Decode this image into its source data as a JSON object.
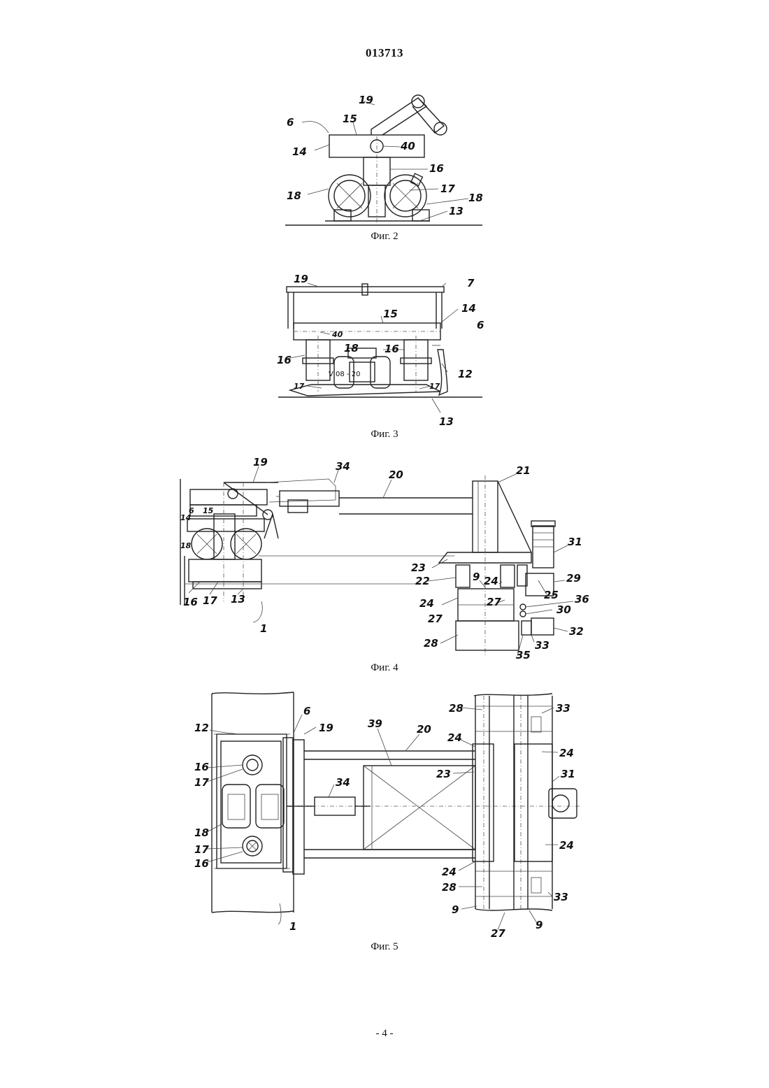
{
  "header": {
    "doc_number": "013713"
  },
  "figures": [
    {
      "caption": "Фиг. 2",
      "labels": {
        "l6": "6",
        "l15": "15",
        "l19": "19",
        "l14": "14",
        "l40": "40",
        "l16": "16",
        "l17": "17",
        "l18a": "18",
        "l18b": "18",
        "l13": "13"
      }
    },
    {
      "caption": "Фиг. 3",
      "labels": {
        "l19": "19",
        "l7": "7",
        "l15": "15",
        "l14": "14",
        "l6": "6",
        "l40": "40",
        "l18": "18",
        "l16a": "16",
        "l16b": "16",
        "l12": "12",
        "l17a": "17",
        "l17b": "17",
        "l13": "13",
        "stamp": "V 08 - 20"
      }
    },
    {
      "caption": "Фиг. 4",
      "labels": {
        "l19": "19",
        "l34": "34",
        "l20": "20",
        "l21": "21",
        "l6": "6",
        "l14": "14",
        "l15": "15",
        "l18": "18",
        "l31": "31",
        "l23": "23",
        "l22": "22",
        "l9": "9",
        "l24a": "24",
        "l29": "29",
        "l25": "25",
        "l24b": "24",
        "l27a": "27",
        "l36": "36",
        "l27b": "27",
        "l30": "30",
        "l28": "28",
        "l33": "33",
        "l32": "32",
        "l35": "35",
        "l16": "16",
        "l17": "17",
        "l13": "13",
        "l1": "1"
      }
    },
    {
      "caption": "Фиг. 5",
      "labels": {
        "l6": "6",
        "l12": "12",
        "l19": "19",
        "l39": "39",
        "l20": "20",
        "l28a": "28",
        "l33a": "33",
        "l24a": "24",
        "l24b": "24",
        "l16a": "16",
        "l17a": "17",
        "l23": "23",
        "l31": "31",
        "l34": "34",
        "l18": "18",
        "l17b": "17",
        "l24c": "24",
        "l16b": "16",
        "l24d": "24",
        "l28b": "28",
        "l33b": "33",
        "l9a": "9",
        "l27": "27",
        "l9b": "9",
        "l1": "1"
      }
    }
  ],
  "footer": {
    "page_number": "- 4 -"
  }
}
